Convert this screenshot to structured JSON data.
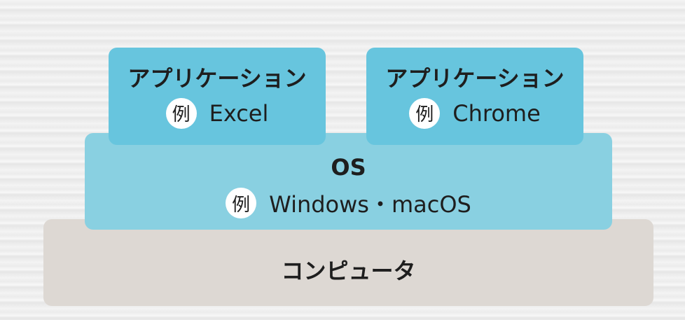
{
  "apps": [
    {
      "title": "アプリケーション",
      "example_mark": "例",
      "example": "Excel"
    },
    {
      "title": "アプリケーション",
      "example_mark": "例",
      "example": "Chrome"
    }
  ],
  "os": {
    "title": "OS",
    "example_mark": "例",
    "example": "Windows・macOS"
  },
  "computer": {
    "title": "コンピュータ"
  },
  "colors": {
    "app": "#67c5de",
    "os": "#89d0e1",
    "computer": "#ddd8d3"
  }
}
